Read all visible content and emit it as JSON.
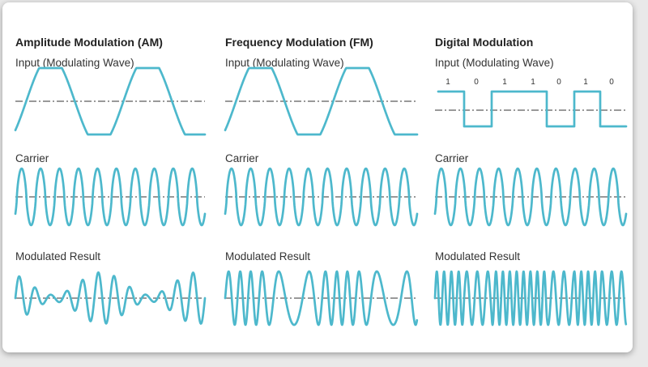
{
  "columns": [
    {
      "key": "am",
      "title": "Amplitude Modulation (AM)",
      "input_label": "Input (Modulating Wave)",
      "carrier_label": "Carrier",
      "result_label": "Modulated Result"
    },
    {
      "key": "fm",
      "title": "Frequency Modulation (FM)",
      "input_label": "Input (Modulating Wave)",
      "carrier_label": "Carrier",
      "result_label": "Modulated Result"
    },
    {
      "key": "digital",
      "title": "Digital Modulation",
      "input_label": "Input (Modulating Wave)",
      "carrier_label": "Carrier",
      "result_label": "Modulated Result",
      "bits": [
        "1",
        "0",
        "1",
        "1",
        "0",
        "1",
        "0"
      ]
    }
  ],
  "colors": {
    "wave": "#4db8cc",
    "axis": "#333333",
    "background": "#ffffff"
  }
}
